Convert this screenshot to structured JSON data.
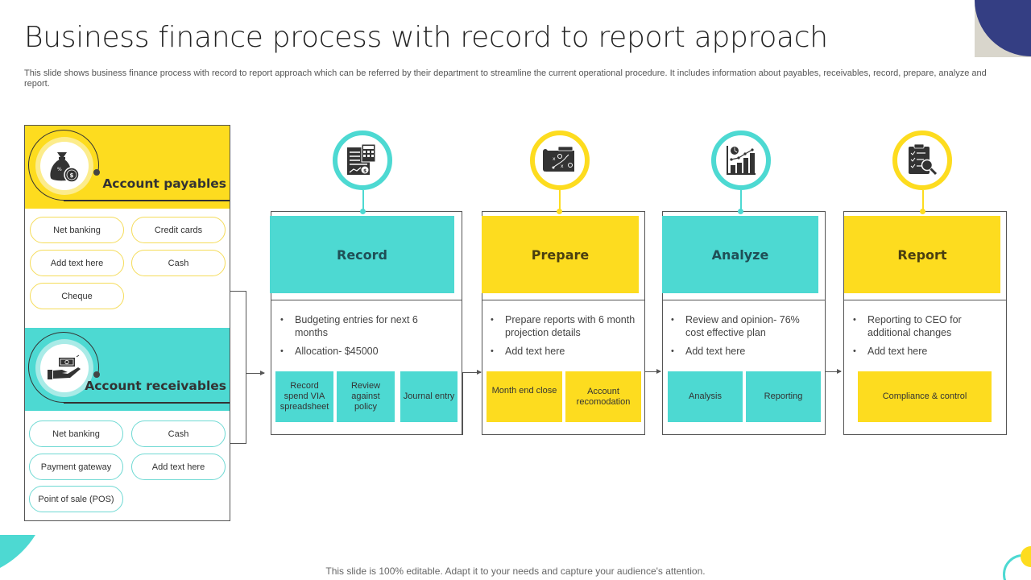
{
  "header": {
    "title": "Business finance process with record to report approach",
    "subtitle": "This slide shows business finance process with record to report approach which can be referred by their department to streamline the current operational procedure. It includes information about payables, receivables, record, prepare, analyze and report."
  },
  "colors": {
    "teal": "#4dd9d2",
    "yellow": "#fddc1f",
    "navy": "#343e83",
    "dark_icon": "#333333"
  },
  "left_panel": {
    "payables": {
      "title": "Account payables",
      "icon": "money-bag-icon",
      "items": [
        "Net banking",
        "Credit cards",
        "Add text here",
        "Cash",
        "Cheque"
      ]
    },
    "receivables": {
      "title": "Account receivables",
      "icon": "hand-receiving-money-icon",
      "items": [
        "Net banking",
        "Cash",
        "Payment gateway",
        "Add text here",
        "Point of sale (POS)"
      ]
    }
  },
  "steps": [
    {
      "title": "Record",
      "icon": "ledger-calculator-icon",
      "bullets": [
        "Budgeting entries for next 6 months",
        "Allocation- $45000"
      ],
      "subs": [
        "Record spend VIA spreadsheet",
        "Review against policy",
        "Journal entry"
      ]
    },
    {
      "title": "Prepare",
      "icon": "strategy-map-icon",
      "bullets": [
        "Prepare reports with 6 month projection details",
        "Add text here"
      ],
      "subs": [
        "Month end close",
        "Account recomodation"
      ]
    },
    {
      "title": "Analyze",
      "icon": "bar-chart-analytics-icon",
      "bullets": [
        "Review and opinion- 76% cost effective plan",
        "Add text here"
      ],
      "subs": [
        "Analysis",
        "Reporting"
      ]
    },
    {
      "title": "Report",
      "icon": "clipboard-search-icon",
      "bullets": [
        "Reporting to CEO for additional changes",
        "Add text here"
      ],
      "subs": [
        "Compliance & control"
      ]
    }
  ],
  "footer": {
    "note": "This slide is 100% editable. Adapt it to your needs and capture your audience's attention."
  }
}
